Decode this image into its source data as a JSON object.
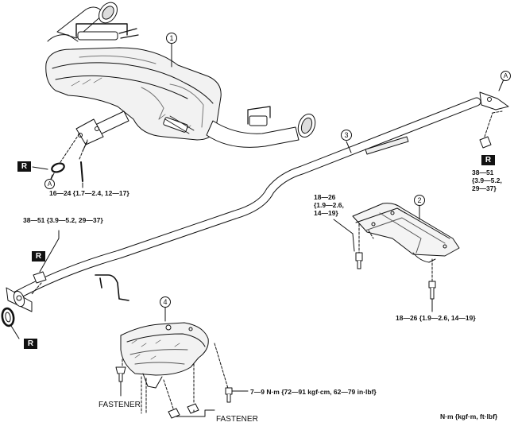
{
  "callouts": {
    "c1": "1",
    "c2": "2",
    "c3": "3",
    "c4": "4"
  },
  "refs": {
    "a_left": "A",
    "a_right": "A"
  },
  "replace_marks": {
    "r1": "R",
    "r2": "R",
    "r3": "R",
    "r4": "R"
  },
  "torques": {
    "muffler_nut": "16—24 {1.7—2.4, 12—17}",
    "front_nut": "38—51 {3.9—5.2, 29—37}",
    "rear_nut": "38—51\n{3.9—5.2,\n29—37}",
    "bracket_bolt_top": "18—26\n{1.9—2.6,\n14—19}",
    "bracket_bolt_bottom": "18—26 {1.9—2.6, 14—19}",
    "insulator_bolt": "7—9 N·m {72—91 kgf·cm, 62—79 in·lbf}"
  },
  "fasteners": {
    "left": "FASTENER",
    "right": "FASTENER"
  },
  "units": "N·m {kgf·m, ft·lbf}"
}
